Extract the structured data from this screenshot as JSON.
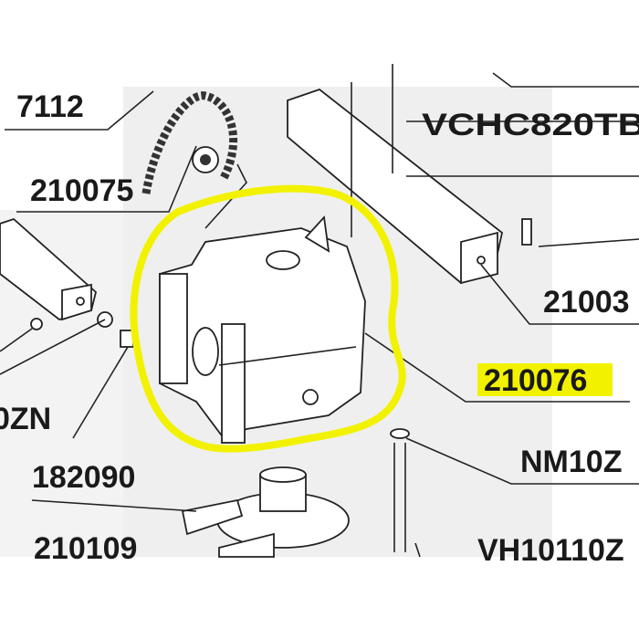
{
  "diagram": {
    "highlight_color": "#f2f200",
    "labels": {
      "p7112": "7112",
      "vchc820tb": "VCHC820TB",
      "p210075": "210075",
      "p21003": "21003",
      "p210076": "210076",
      "p0zn": "0ZN",
      "nm10z": "NM10Z",
      "p182090": "182090",
      "p210109": "210109",
      "vh10110z": "VH10110Z"
    },
    "highlighted_part": "210076"
  }
}
